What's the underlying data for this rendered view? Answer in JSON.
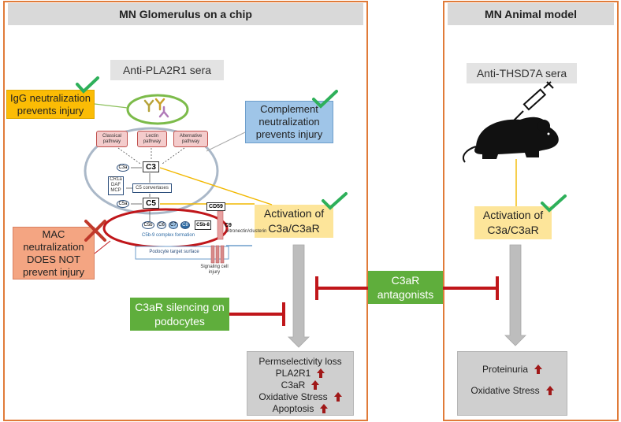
{
  "left_panel": {
    "title": "MN Glomerulus on a chip",
    "sera_label": "Anti-PLA2R1 sera",
    "igg_box": "IgG neutralization prevents injury",
    "complement_box": "Complement neutralization prevents injury",
    "mac_box": "MAC neutralization DOES NOT prevent injury",
    "activation_box": "Activation of C3a/C3aR",
    "silencing_box": "C3aR silencing on podocytes",
    "outcomes": {
      "title": "Permselectivity loss",
      "items": [
        "PLA2R1",
        "C3aR",
        "Oxidative Stress",
        "Apoptosis"
      ]
    },
    "cascade": {
      "pathways": [
        "Classical pathway",
        "Lectin pathway",
        "Alternative pathway"
      ],
      "c3": "C3",
      "c3a": "C3a",
      "regulators": [
        "CR1a",
        "DAF",
        "MCP"
      ],
      "convertases": "C5 convertases",
      "c5": "C5",
      "c5a": "C5a",
      "cd59": "CD59",
      "complex_parts": [
        "C5b",
        "C6",
        "C7",
        "C8",
        "C5b-8",
        "C9"
      ],
      "complex_label": "C5b-9 complex formation",
      "vitronectin": "vitronectin/clusterin",
      "podocyte": "Podocyte target surface",
      "signaling": "Signaling cell injury"
    }
  },
  "middle": {
    "antagonists_box": "C3aR antagonists"
  },
  "right_panel": {
    "title": "MN Animal model",
    "sera_label": "Anti-THSD7A sera",
    "activation_box": "Activation of C3a/C3aR",
    "outcomes": [
      "Proteinuria",
      "Oxidative Stress"
    ]
  },
  "colors": {
    "panel_border": "#e07b39",
    "check": "#2eb05a",
    "cross": "#c0392b",
    "inhibit": "#c0161a",
    "arrow_up": "#a01818"
  }
}
